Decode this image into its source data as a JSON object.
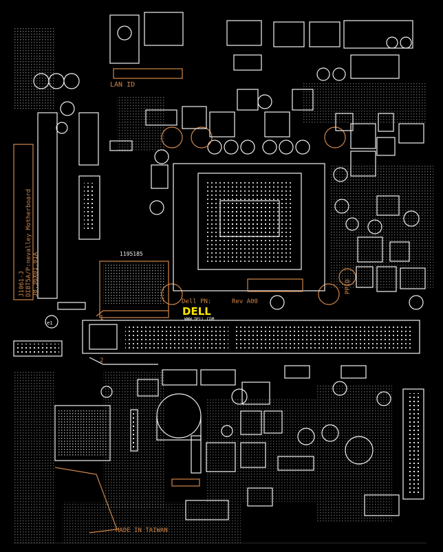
{
  "board": {
    "model_lines": [
      "J1061-J",
      "DIBT5A/P:nevalley Motherboard",
      "J8.36X01.01A"
    ],
    "lan_id": "LAN ID",
    "ppid": "PPID",
    "dell_pn": "Dell PN:",
    "rev": "Rev A00",
    "dell_logo": "DELL",
    "dell_url": "WWW.DELL.COM",
    "made_in": "MADE IN TAIWAN",
    "slot_1": "1",
    "slot_2": "2",
    "socket_code": "1195185",
    "e_mark": "e1"
  },
  "colors": {
    "background": "#000000",
    "silkscreen_white": "#f2f2f2",
    "silkscreen_orange": "#d2874a",
    "logo_yellow": "#ffe400"
  }
}
